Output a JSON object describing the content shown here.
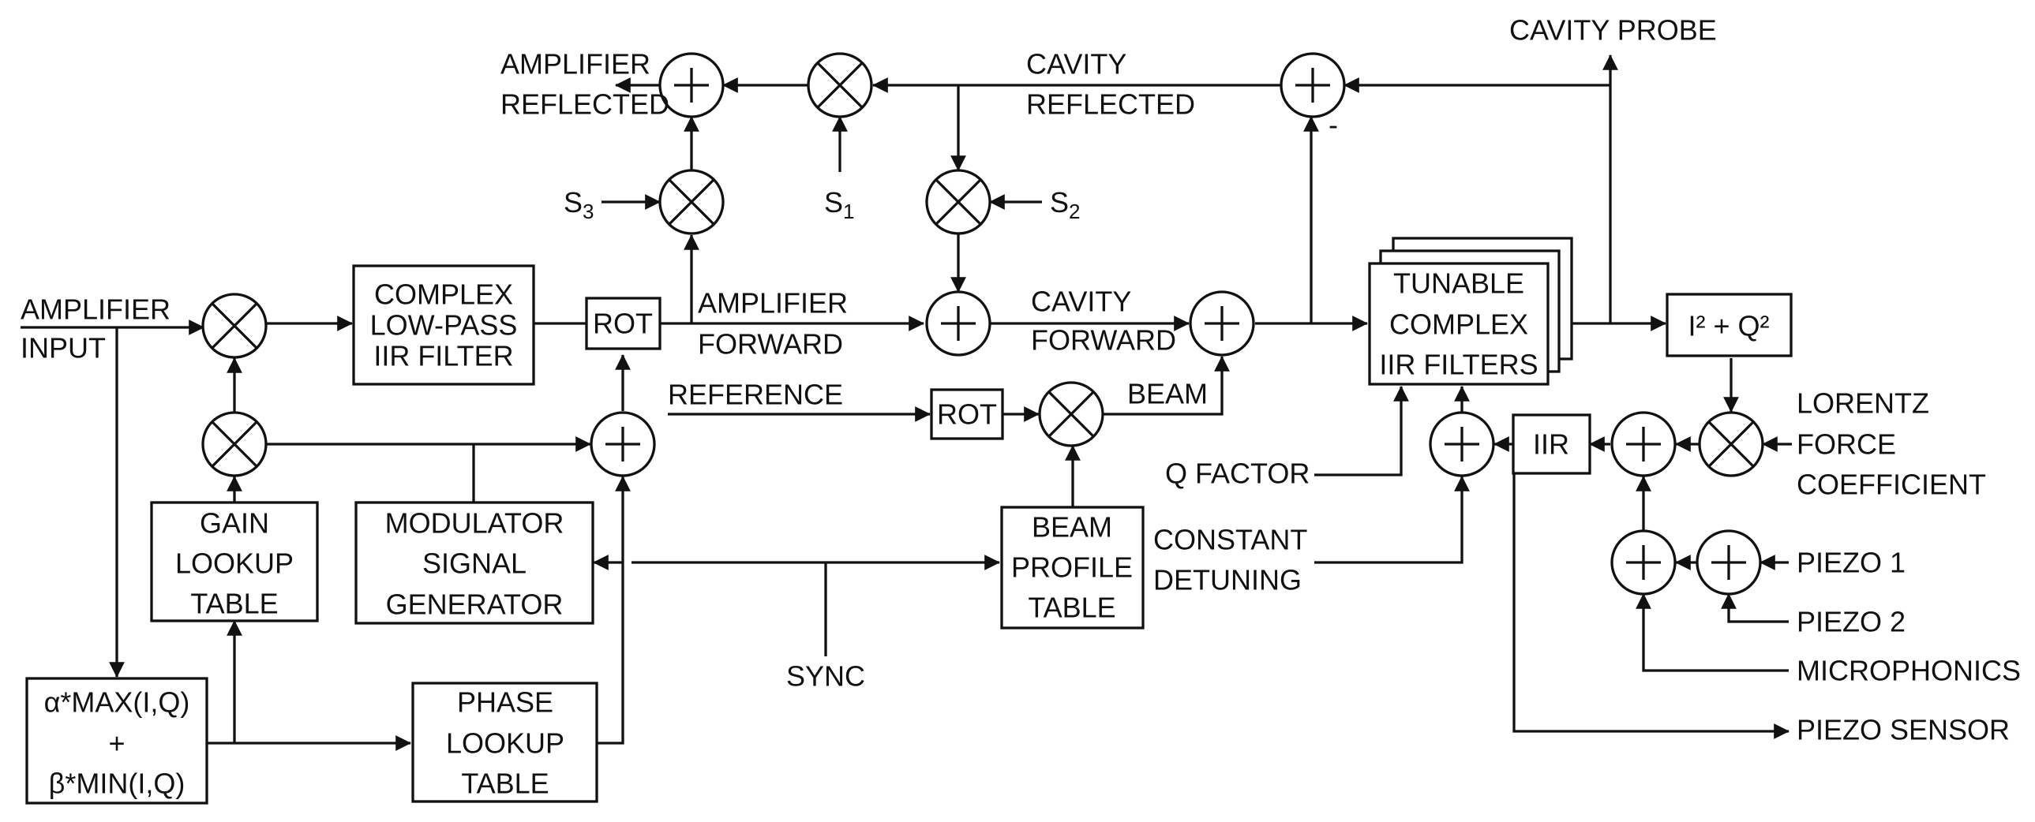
{
  "blocks": {
    "complex_lowpass": [
      "COMPLEX",
      "LOW-PASS",
      "IIR FILTER"
    ],
    "rot_main": [
      "ROT"
    ],
    "rot_reference": [
      "ROT"
    ],
    "gain_lookup": [
      "GAIN",
      "LOOKUP",
      "TABLE"
    ],
    "modulator": [
      "MODULATOR",
      "SIGNAL",
      "GENERATOR"
    ],
    "magnitude_estimator": [
      "α*MAX(I,Q)",
      "+",
      "β*MIN(I,Q)"
    ],
    "phase_lookup": [
      "PHASE",
      "LOOKUP",
      "TABLE"
    ],
    "beam_profile": [
      "BEAM",
      "PROFILE",
      "TABLE"
    ],
    "tunable_filters": [
      "TUNABLE",
      "COMPLEX",
      "IIR FILTERS"
    ],
    "power": [
      "I² + Q²"
    ],
    "iir": [
      "IIR"
    ]
  },
  "labels": {
    "amplifier_input": [
      "AMPLIFIER",
      "INPUT"
    ],
    "amplifier_reflected": [
      "AMPLIFIER",
      "REFLECTED"
    ],
    "cavity_reflected": [
      "CAVITY",
      "REFLECTED"
    ],
    "cavity_probe": "CAVITY PROBE",
    "amplifier_forward": [
      "AMPLIFIER",
      "FORWARD"
    ],
    "cavity_forward": [
      "CAVITY",
      "FORWARD"
    ],
    "reference": "REFERENCE",
    "beam": "BEAM",
    "q_factor": "Q FACTOR",
    "constant_detuning": [
      "CONSTANT",
      "DETUNING"
    ],
    "sync": "SYNC",
    "lorentz": [
      "LORENTZ",
      "FORCE",
      "COEFFICIENT"
    ],
    "piezo1": "PIEZO 1",
    "piezo2": "PIEZO 2",
    "microphonics": "MICROPHONICS",
    "piezo_sensor": "PIEZO SENSOR",
    "minus_sign": "-",
    "s1": {
      "base": "S",
      "sub": "1"
    },
    "s2": {
      "base": "S",
      "sub": "2"
    },
    "s3": {
      "base": "S",
      "sub": "3"
    }
  },
  "nodes": {
    "multipliers": [
      "mul-amp-reflected",
      "mul-s3",
      "mul-s2",
      "mul-input",
      "mul-gain",
      "mul-beam",
      "mul-lorentz"
    ],
    "summers": [
      "sum-amp-reflected",
      "sum-cavity-reflected",
      "sum-phase",
      "sum-cavity-forward-input",
      "sum-cavity-forward",
      "sum-detuning",
      "sum-mech",
      "sum-piezo-a",
      "sum-piezo-b"
    ]
  }
}
